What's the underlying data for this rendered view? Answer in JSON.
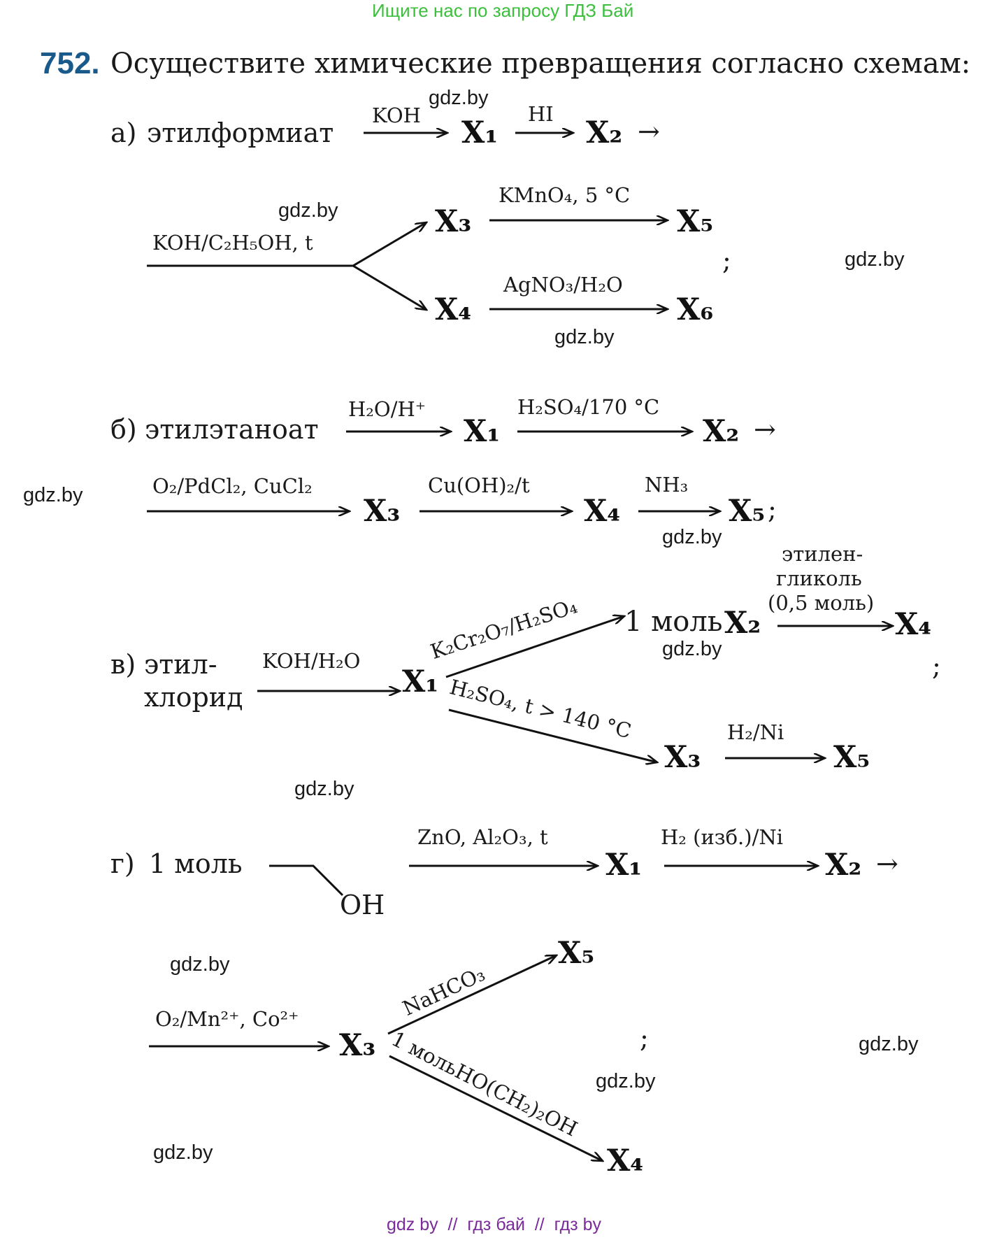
{
  "banner": "Ищите нас по запросу ГДЗ Бай",
  "task": {
    "number": "752.",
    "title": "Осуществите химические превращения согласно схемам:"
  },
  "watermark": "gdz.by",
  "footer": "gdz by  //  гдз бай  //  гдз by",
  "parts": {
    "a": {
      "letter": "а)",
      "start": "этилформиат",
      "r1": "KOH",
      "r2": "HI",
      "r3": "KOH/C₂H₅OH, t",
      "r4": "KMnO₄, 5 °C",
      "r5": "AgNO₃/H₂O",
      "end": ";"
    },
    "b": {
      "letter": "б)",
      "start": "этилэтаноат",
      "r1": "H₂O/H⁺",
      "r2": "H₂SO₄/170 °C",
      "r3": "O₂/PdCl₂, CuCl₂",
      "r4": "Cu(OH)₂/t",
      "r5": "NH₃",
      "end": ";"
    },
    "v": {
      "letter": "в)",
      "start1": "этил-",
      "start2": "хлорид",
      "r1": "KOH/H₂O",
      "r2": "K₂Cr₂O₇/H₂SO₄",
      "r3": "H₂SO₄, t > 140 °C",
      "mol": "1 моль",
      "r4a": "этилен-",
      "r4b": "гликоль",
      "r4c": "(0,5 моль)",
      "r5": "H₂/Ni",
      "end": ";"
    },
    "g": {
      "letter": "г)",
      "mol": "1 моль",
      "oh": "OH",
      "r1": "ZnO, Al₂O₃, t",
      "r2": "H₂ (изб.)/Ni",
      "r3": "O₂/Mn²⁺, Co²⁺",
      "r4": "NaHCO₃",
      "r5": "1 мольHO(CH₂)₂OH",
      "end": ";"
    }
  },
  "x": {
    "x1": "X₁",
    "x2": "X₂",
    "x3": "X₃",
    "x4": "X₄",
    "x5": "X₅",
    "x6": "X₆"
  },
  "arrow": "→"
}
